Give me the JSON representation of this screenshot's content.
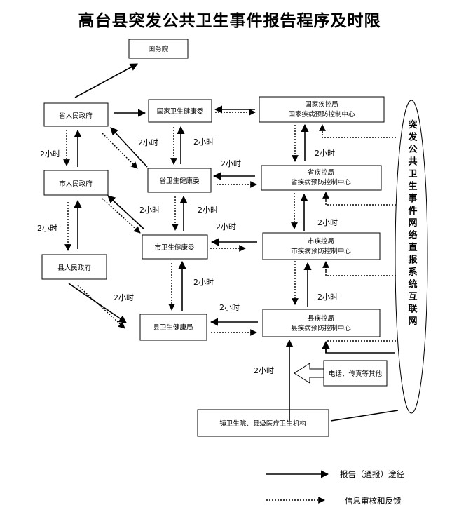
{
  "title": "高台县突发公共卫生事件报告程序及时限",
  "nodes": {
    "state_council": "国务院",
    "province_gov": "省人民政府",
    "city_gov": "市人民政府",
    "county_gov": "县人民政府",
    "national_hc": "国家卫生健康委",
    "province_hc": "省卫生健康委",
    "city_hc": "市卫生健康委",
    "county_hc": "县卫生健康局",
    "national_cdc_1": "国家疾控局",
    "national_cdc_2": "国家疾病预防控制中心",
    "province_cdc_1": "省疾控局",
    "province_cdc_2": "省疾病预防控制中心",
    "city_cdc_1": "市疾控局",
    "city_cdc_2": "市疾病预防控制中心",
    "county_cdc_1": "县疾控局",
    "county_cdc_2": "县疾病预防控制中心",
    "phone_fax": "电话、传真等其他",
    "local_institutions": "镇卫生院、县级医疗卫生机构"
  },
  "network_label": "突发公共卫生事件网络直报系统互联网",
  "time_label": "2小时",
  "legend": {
    "solid": "报告（通报）途径",
    "dotted": "信息审核和反馈"
  }
}
